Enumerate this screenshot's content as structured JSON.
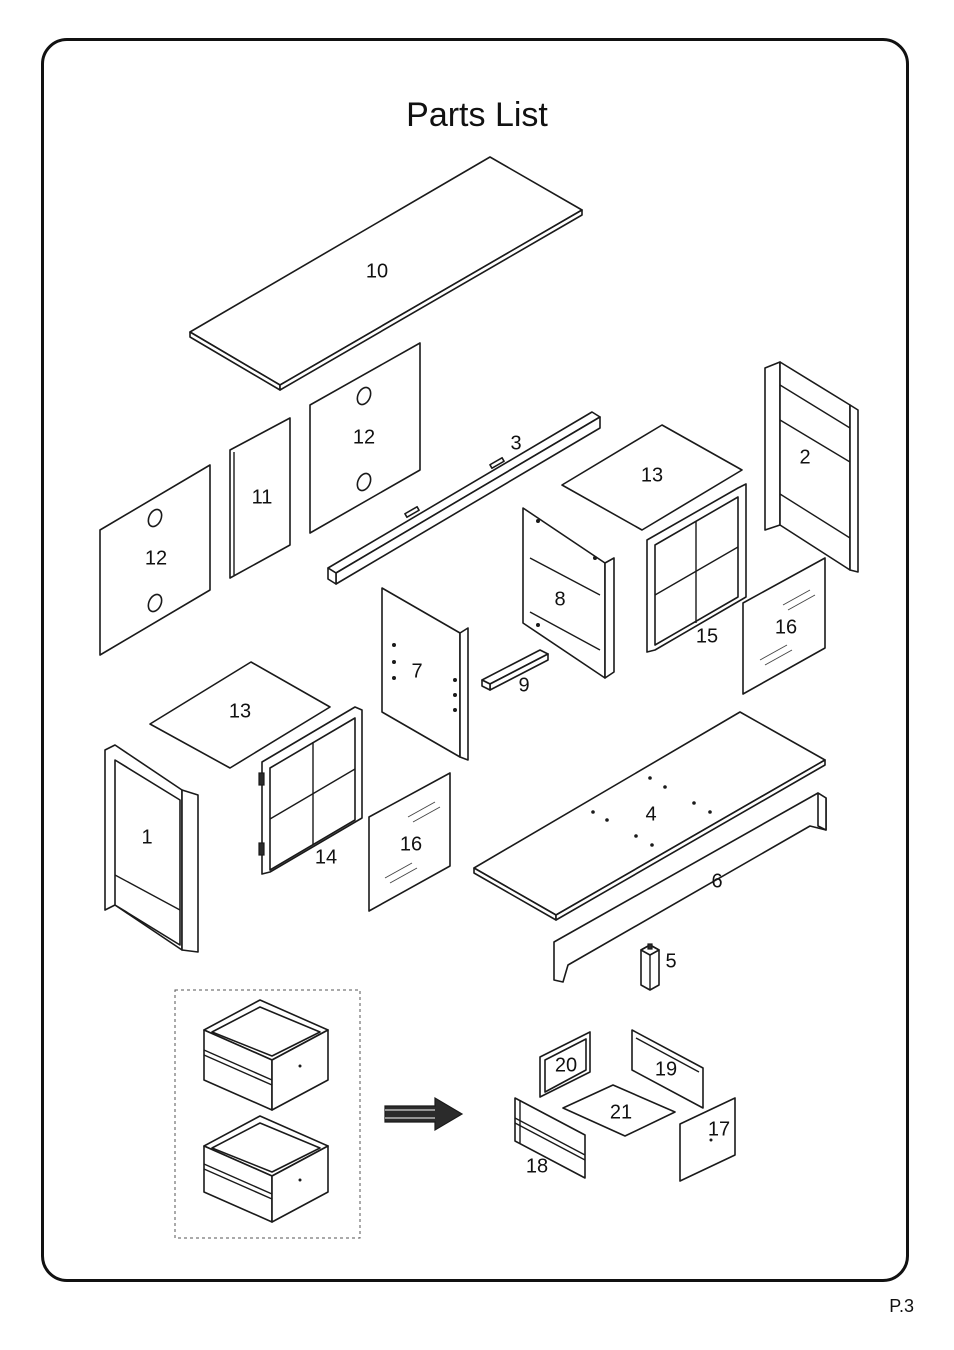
{
  "title": "Parts List",
  "page_number": "P.3",
  "parts": {
    "p10": "10",
    "p12a": "12",
    "p12b": "12",
    "p11": "11",
    "p3": "3",
    "p13a": "13",
    "p13b": "13",
    "p2": "2",
    "p8": "8",
    "p15": "15",
    "p16a": "16",
    "p16b": "16",
    "p7": "7",
    "p9": "9",
    "p1": "1",
    "p14": "14",
    "p4": "4",
    "p6": "6",
    "p5": "5",
    "p20": "20",
    "p19": "19",
    "p21": "21",
    "p17": "17",
    "p18": "18"
  }
}
